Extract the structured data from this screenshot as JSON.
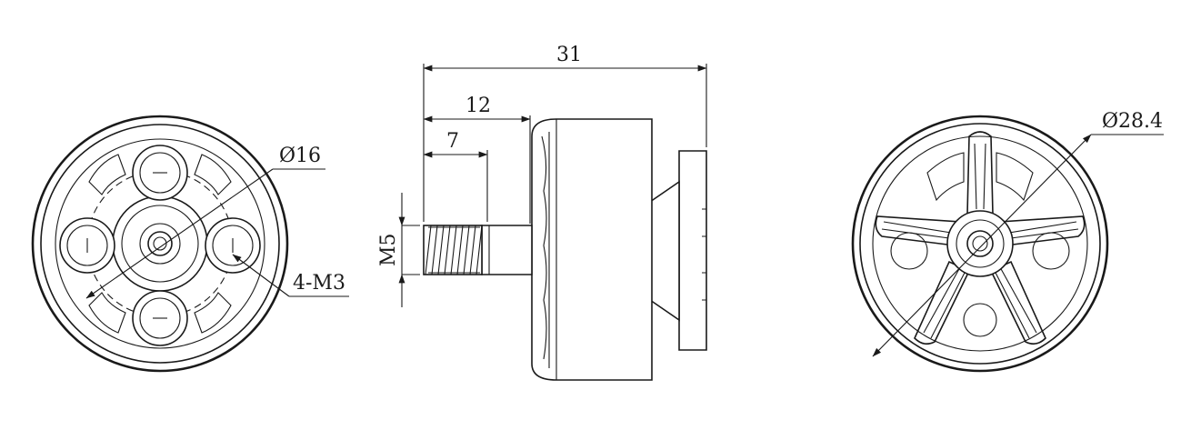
{
  "drawing": {
    "line_color": "#1a1a1a",
    "background": "#ffffff",
    "views": [
      "bottom-view",
      "side-view",
      "top-view"
    ]
  },
  "dimensions": {
    "mount_circle": "Ø16",
    "mount_screws": "4-M3",
    "total_length": "31",
    "shaft_length": "12",
    "thread_length": "7",
    "thread_size": "M5",
    "bell_diameter": "Ø28.4"
  }
}
